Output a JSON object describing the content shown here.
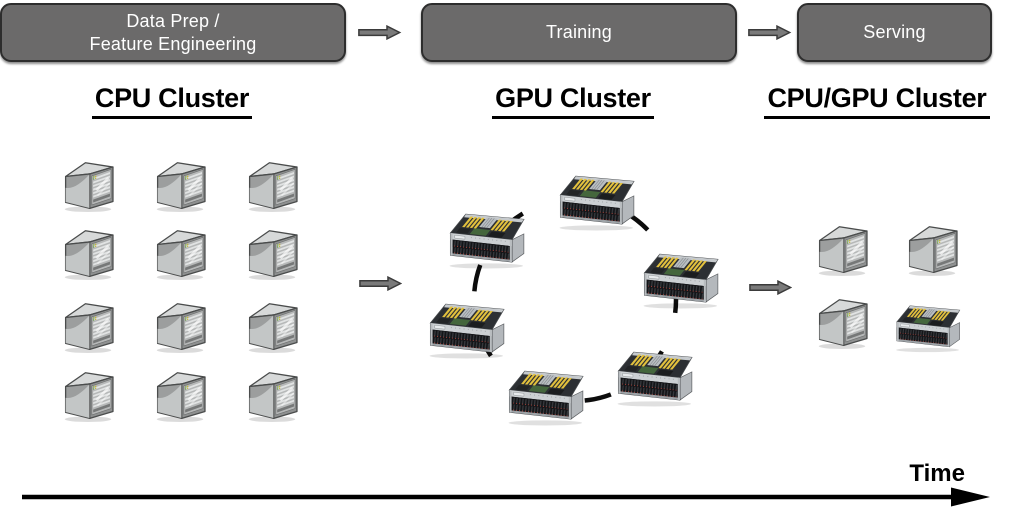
{
  "stages": [
    {
      "label": "Data Prep /\nFeature Engineering"
    },
    {
      "label": "Training"
    },
    {
      "label": "Serving"
    }
  ],
  "clusters": [
    {
      "id": "cpu",
      "label": "CPU Cluster",
      "servers": {
        "type": "cpu-tower-server",
        "count": 12,
        "arrangement": "grid-4x3"
      }
    },
    {
      "id": "gpu",
      "label": "GPU Cluster",
      "servers": {
        "type": "gpu-rack-server",
        "count": 6,
        "arrangement": "ring-with-dashed-circle"
      }
    },
    {
      "id": "serving",
      "label": "CPU/GPU Cluster",
      "servers": {
        "type": "mixed",
        "cpu_count": 3,
        "gpu_count": 1,
        "arrangement": "grid-2x2"
      }
    }
  ],
  "timeline": {
    "label": "Time"
  },
  "colors": {
    "stage_box_fill": "#6b6a6a",
    "stage_box_border": "#2d2d2d",
    "stage_text": "#ffffff",
    "block_arrow_fill": "#7a7a7a",
    "block_arrow_outline": "#3b3b3b",
    "heading_text": "#000000",
    "timeline_arrow": "#000000",
    "gpu_card_accent": "#e3c13d",
    "gpu_pcb_accent": "#44663c",
    "drive_led_accent": "#c2453a"
  }
}
